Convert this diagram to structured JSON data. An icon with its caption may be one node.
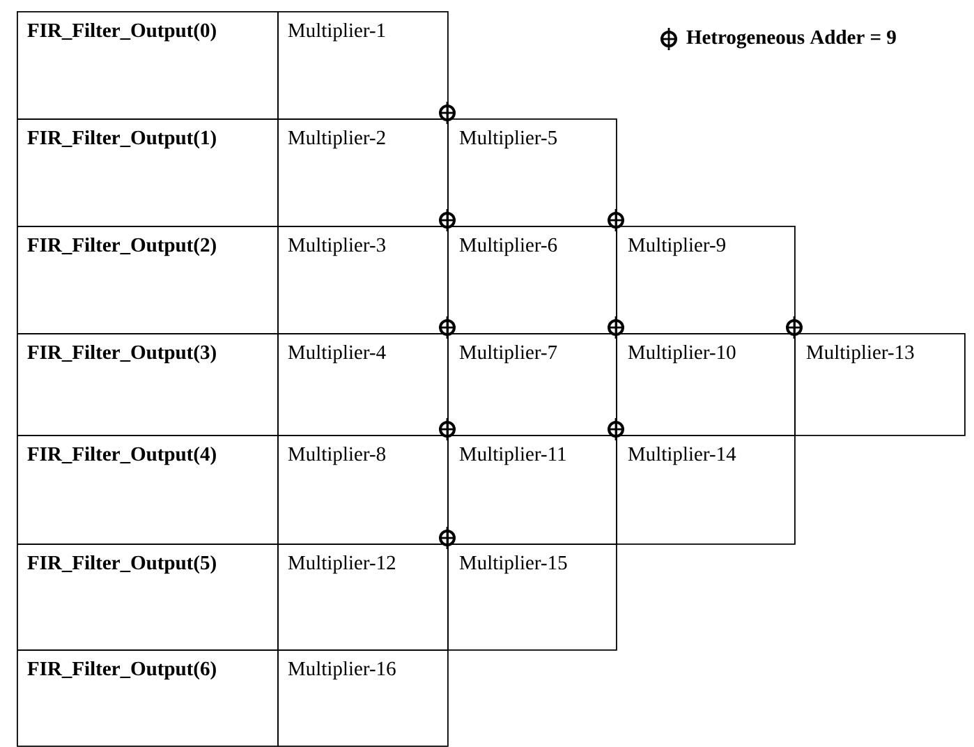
{
  "diagram": {
    "nodes": [
      {
        "text": [
          "FIR_Filter_Output(0)"
        ]
      },
      {
        "text": [
          "Multiplier-1"
        ]
      },
      {
        "text": [
          "FIR_Filter_Output(1)"
        ]
      },
      {
        "text": [
          "Multiplier-2"
        ]
      },
      {
        "text": [
          "Multiplier-5"
        ]
      },
      {
        "text": [
          "FIR_Filter_Output(2)"
        ]
      },
      {
        "text": [
          "Multiplier-3"
        ]
      },
      {
        "text": [
          "Multiplier-6"
        ]
      },
      {
        "text": [
          "Multiplier-9"
        ]
      },
      {
        "text": [
          "FIR_Filter_Output(3)"
        ]
      },
      {
        "text": [
          "Multiplier-4"
        ]
      },
      {
        "text": [
          "Multiplier-7"
        ]
      },
      {
        "text": [
          "Multiplier-10"
        ]
      },
      {
        "text": [
          "Multiplier-13"
        ]
      },
      {
        "text": [
          "FIR_Filter_Output(4)"
        ]
      },
      {
        "text": [
          "Multiplier-8"
        ]
      },
      {
        "text": [
          "Multiplier-11"
        ]
      },
      {
        "text": [
          "Multiplier-14"
        ]
      },
      {
        "text": [
          "FIR_Filter_Output(5)"
        ]
      },
      {
        "text": [
          "Multiplier-12"
        ]
      },
      {
        "text": [
          "Multiplier-15"
        ]
      },
      {
        "text": [
          "FIR_Filter_Output(6)"
        ]
      },
      {
        "text": [
          "Multiplier-16"
        ]
      }
    ],
    "legend": [
      {
        "text": "Hetrogeneous Adder = 9"
      }
    ]
  }
}
